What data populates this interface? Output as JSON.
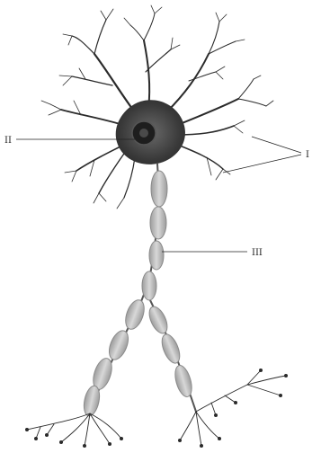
{
  "labels": {
    "dendrites": "I",
    "cell_body": "II",
    "axon": "III"
  },
  "colors": {
    "ink": "#2a2a2a",
    "soma": "#3c3c3c",
    "nucleus": "#1e1e1e",
    "myelin": "#b9b9b9",
    "myelin_edge": "#8a8a8a",
    "background": "#ffffff"
  }
}
